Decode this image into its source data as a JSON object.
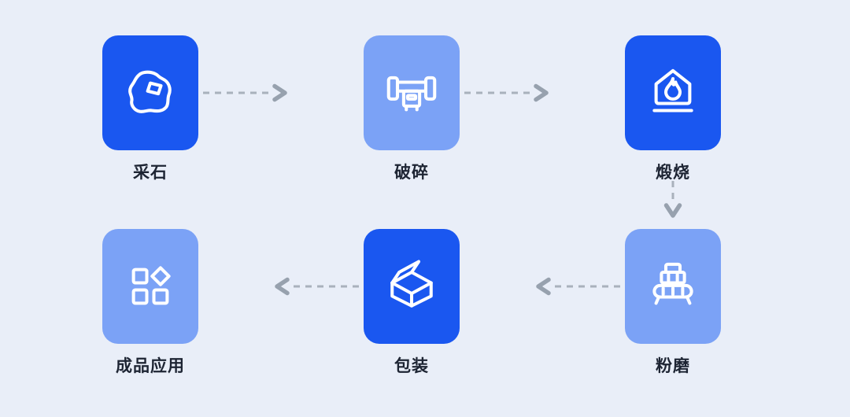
{
  "diagram": {
    "type": "process-flow",
    "background_color": "#e9eef8",
    "colors": {
      "card_dark": "#1a57f0",
      "card_light": "#7ba2f6",
      "icon": "#ffffff",
      "arrow_dash": "#a9b1bc",
      "arrow_head": "#97a1ae",
      "label": "#1d2433"
    },
    "nodes": [
      {
        "id": "quarrying",
        "label": "采石",
        "icon": "rock-icon",
        "variant": "dark"
      },
      {
        "id": "crushing",
        "label": "破碎",
        "icon": "crusher-icon",
        "variant": "light"
      },
      {
        "id": "calcination",
        "label": "煅烧",
        "icon": "kiln-flame-icon",
        "variant": "dark"
      },
      {
        "id": "grinding",
        "label": "粉磨",
        "icon": "mill-icon",
        "variant": "light"
      },
      {
        "id": "packaging",
        "label": "包装",
        "icon": "package-box-icon",
        "variant": "dark"
      },
      {
        "id": "finished-application",
        "label": "成品应用",
        "icon": "apps-grid-icon",
        "variant": "light"
      }
    ],
    "edges": [
      {
        "from": "采石",
        "to": "破碎",
        "direction": "right"
      },
      {
        "from": "破碎",
        "to": "煅烧",
        "direction": "right"
      },
      {
        "from": "煅烧",
        "to": "粉磨",
        "direction": "down"
      },
      {
        "from": "粉磨",
        "to": "包装",
        "direction": "left"
      },
      {
        "from": "包装",
        "to": "成品应用",
        "direction": "left"
      }
    ]
  }
}
